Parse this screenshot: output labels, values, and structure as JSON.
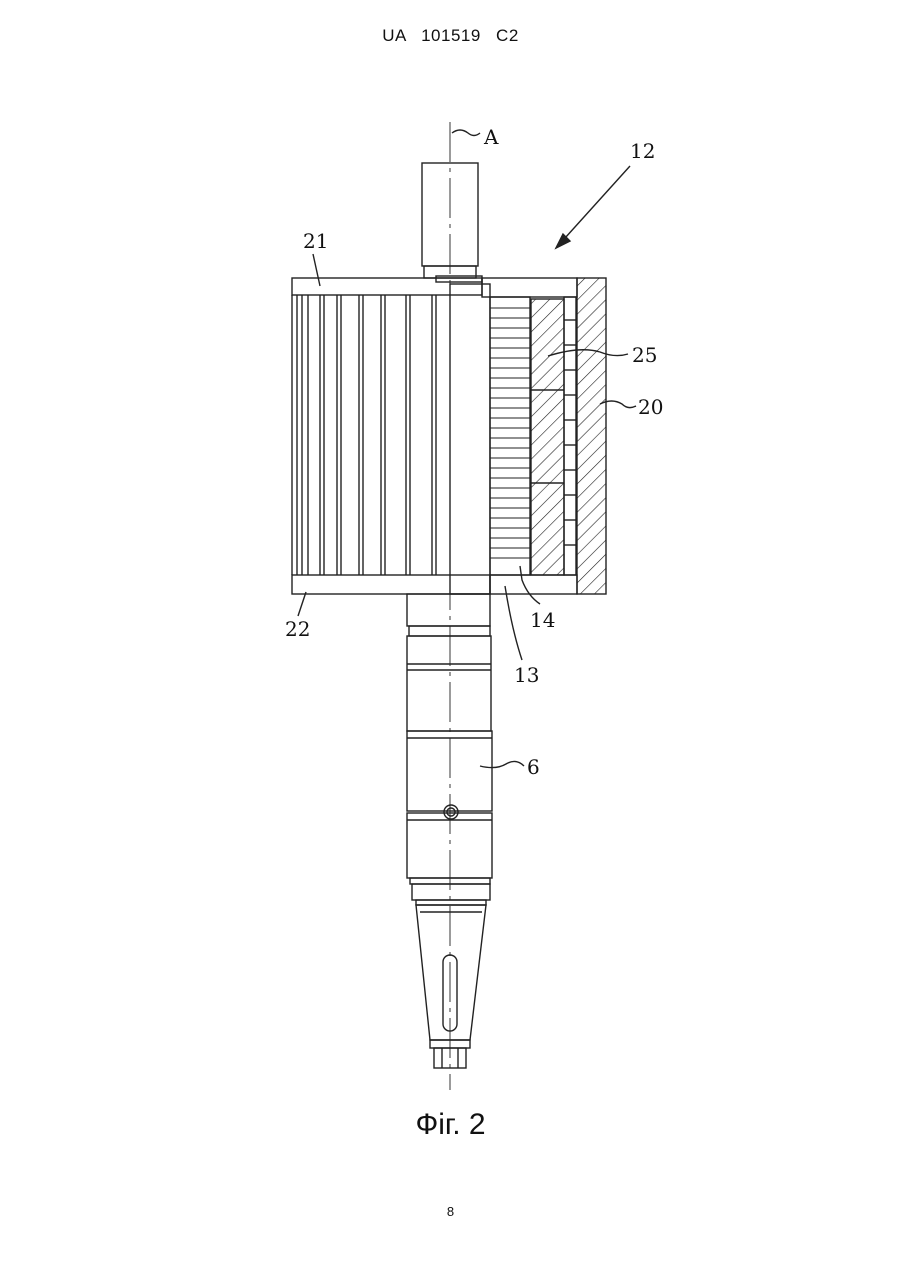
{
  "header": {
    "patent_number": "UA   101519   C2"
  },
  "labels": {
    "axis": "A",
    "assembly": "12",
    "top_plate": "21",
    "bottom_plate": "22",
    "inner_magnet": "25",
    "outer_casing": "20",
    "core_bottom": "14",
    "core": "13",
    "shaft": "6"
  },
  "caption": "Фіг. 2",
  "page_number": "8"
}
